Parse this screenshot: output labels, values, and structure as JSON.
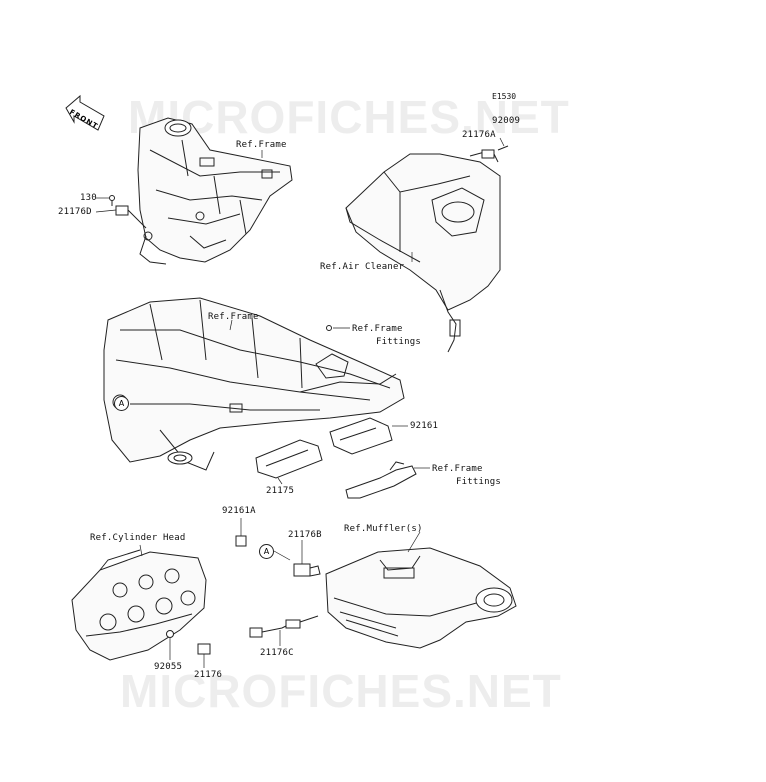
{
  "diagram_code": "E1530",
  "watermark": "MICROFICHES.NET",
  "front_label": "FRONT",
  "callout_a": "A",
  "labels": {
    "p130": "130",
    "p21176D": "21176D",
    "refFrame1": "Ref.Frame",
    "p92009": "92009",
    "p21176A": "21176A",
    "refAirCleaner": "Ref.Air Cleaner",
    "refFrame2": "Ref.Frame",
    "refFrameFittings1a": "Ref.Frame",
    "refFrameFittings1b": "Fittings",
    "p92161": "92161",
    "refFrameFittings2a": "Ref.Frame",
    "refFrameFittings2b": "Fittings",
    "p21175": "21175",
    "p92161A": "92161A",
    "p21176B": "21176B",
    "refMuffler": "Ref.Muffler(s)",
    "refCylinderHead": "Ref.Cylinder Head",
    "p21176C": "21176C",
    "p92055": "92055",
    "p21176": "21176"
  }
}
